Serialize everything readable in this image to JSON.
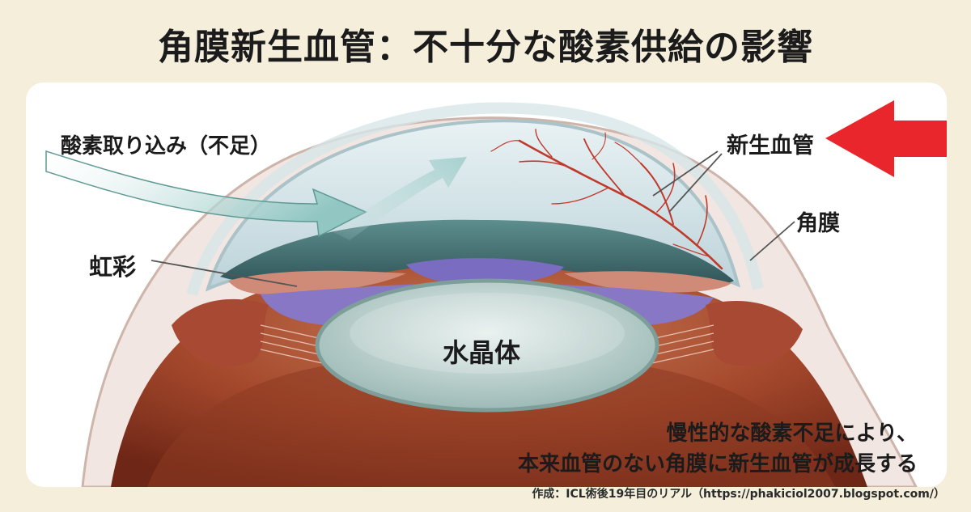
{
  "title": "角膜新生血管：不十分な酸素供給の影響",
  "labels": {
    "oxygen_intake": "酸素取り込み（不足）",
    "neovascularization": "新生血管",
    "cornea": "角膜",
    "iris": "虹彩",
    "lens": "水晶体"
  },
  "caption": {
    "line1": "慢性的な酸素不足により、",
    "line2": "本来血管のない角膜に新生血管が成長する"
  },
  "credit": "作成：ICL術後19年目のリアル（https://phakiciol2007.blogspot.com/）",
  "colors": {
    "background": "#f4eedb",
    "panel": "#ffffff",
    "arrow_red": "#e8262b",
    "cornea": "#c9dde2",
    "iris": "#3f6e73",
    "vessels": "#c0392b",
    "lens": "#c6dad8",
    "sclera_tissue": "#b5563e"
  },
  "icons": [
    "red-arrow-icon",
    "oxygen-flow-arrow-icon"
  ]
}
